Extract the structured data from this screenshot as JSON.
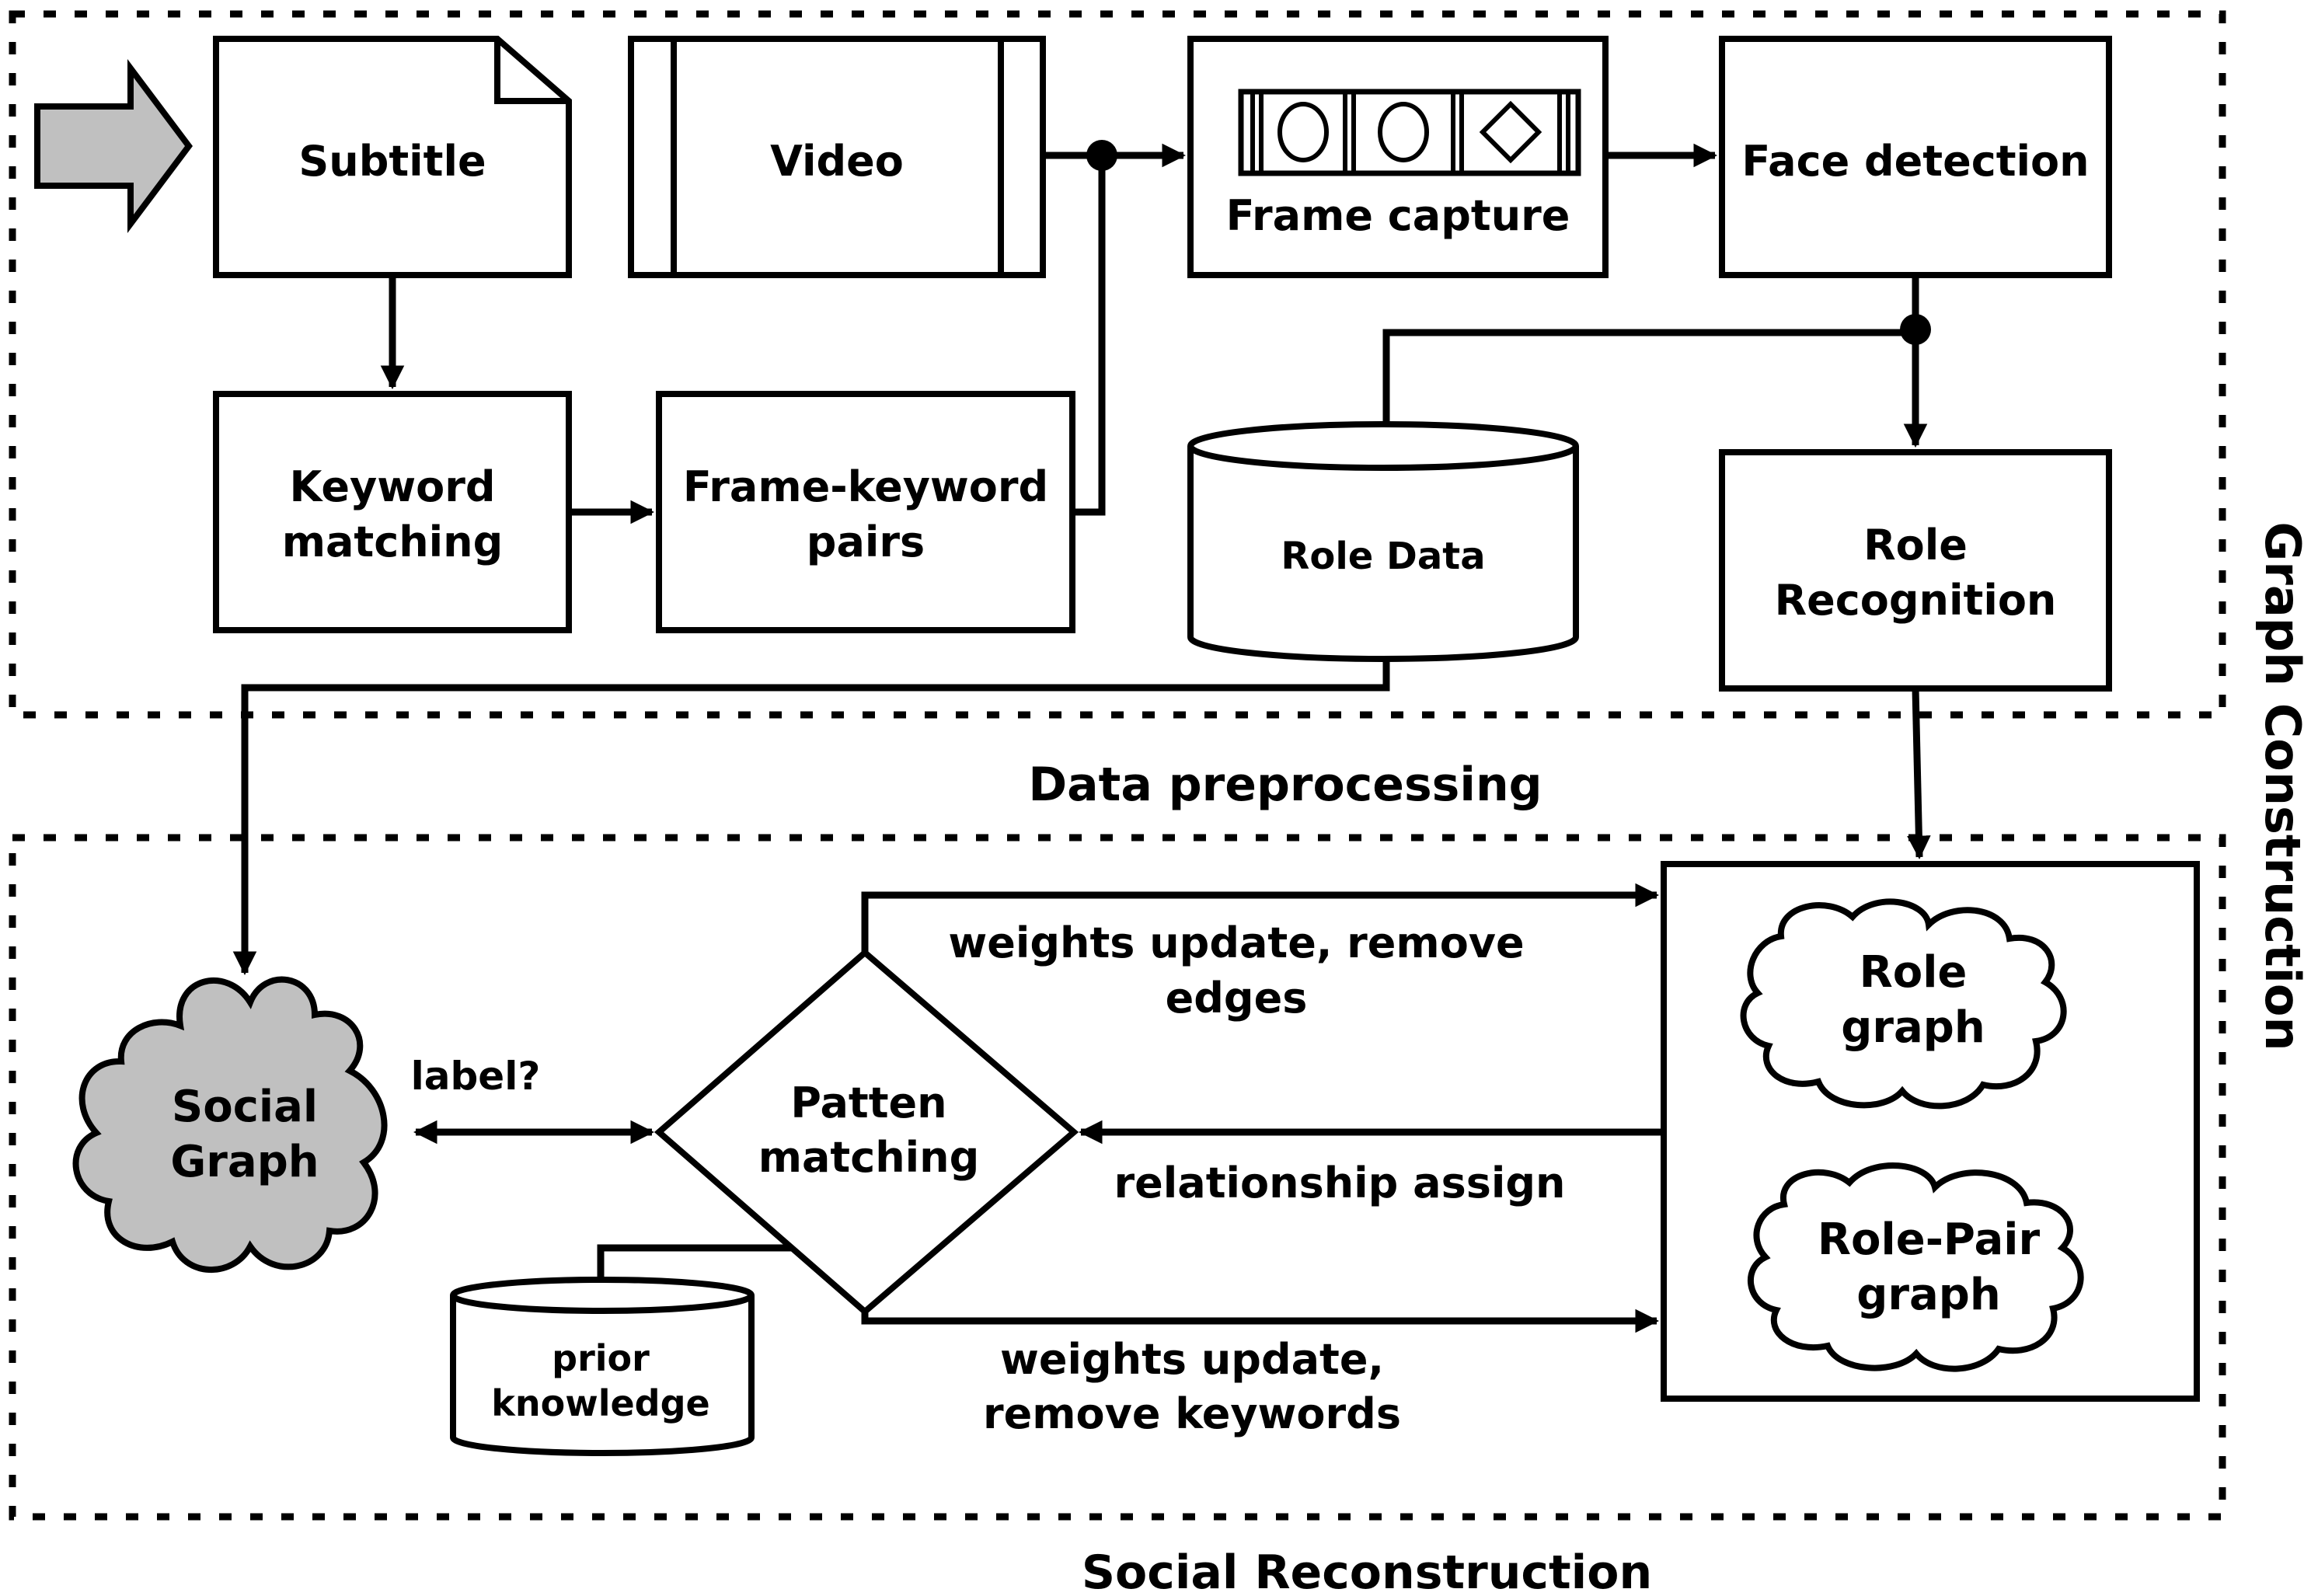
{
  "nodes": {
    "subtitle": "Subtitle",
    "video": "Video",
    "frame_capture": "Frame capture",
    "face_detection": "Face detection",
    "keyword_matching": [
      "Keyword",
      "matching"
    ],
    "frame_keyword_pairs": [
      "Frame-keyword",
      "pairs"
    ],
    "role_data": "Role Data",
    "role_recognition": [
      "Role",
      "Recognition"
    ],
    "social_graph": [
      "Social",
      "Graph"
    ],
    "patten_matching": [
      "Patten",
      "matching"
    ],
    "prior_knowledge": [
      "prior",
      "knowledge"
    ],
    "role_graph": [
      "Role",
      "graph"
    ],
    "role_pair_graph": [
      "Role-Pair",
      "graph"
    ]
  },
  "edges": {
    "label_question": "label?",
    "weights_update_remove_edges": [
      "weights update, remove",
      "edges"
    ],
    "relationship_assign": "relationship assign",
    "weights_update_remove_keywords": [
      "weights update,",
      "remove keywords"
    ]
  },
  "regions": {
    "data_preprocessing": "Data preprocessing",
    "social_reconstruction": "Social Reconstruction",
    "graph_construction": "Graph Construction"
  },
  "colors": {
    "stroke": "#000000",
    "fill_gray": "#c0c0c0",
    "background": "#ffffff"
  }
}
